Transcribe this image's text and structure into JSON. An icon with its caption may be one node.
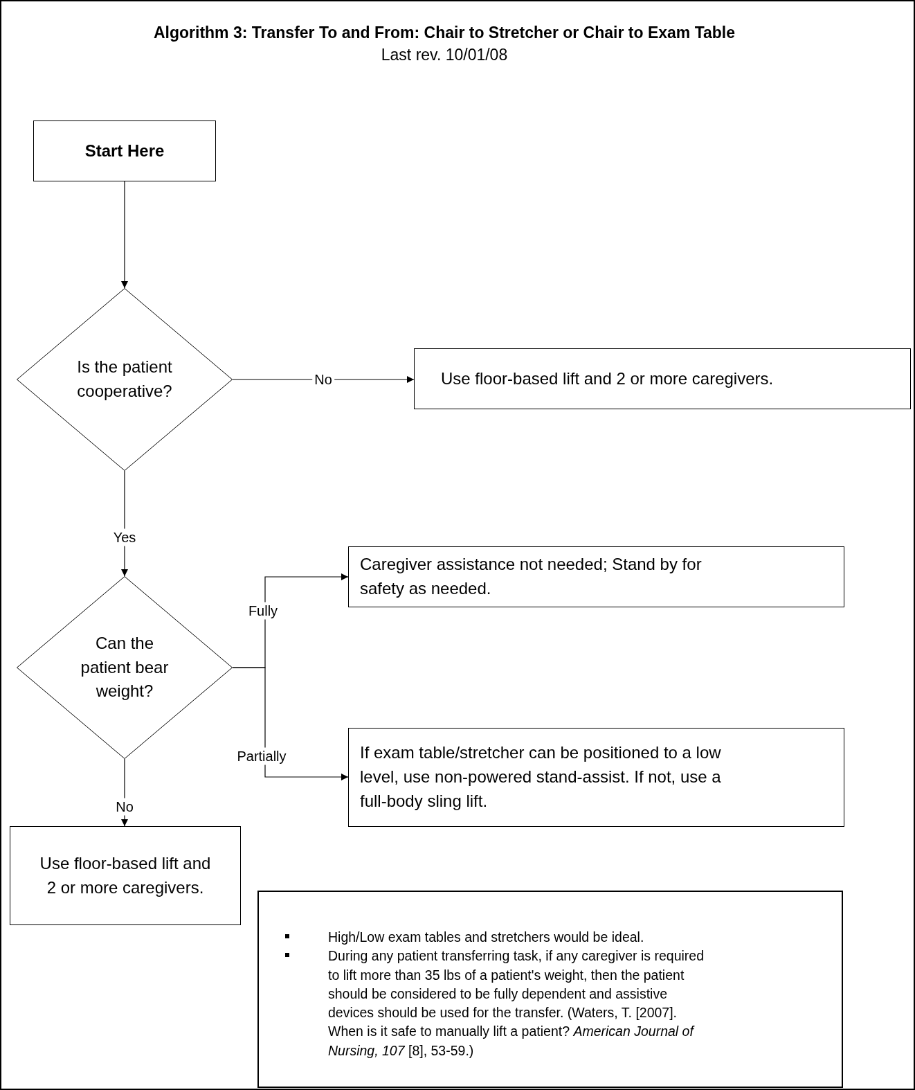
{
  "diagram": {
    "title": "Algorithm 3: Transfer To and From: Chair to Stretcher or Chair to Exam Table",
    "nodes": [
      {
        "text": [
          "Start Here"
        ]
      },
      {
        "text": [
          "Is the patient cooperative?"
        ]
      },
      {
        "text": [
          "Use floor-based lift and 2 or more caregivers."
        ]
      },
      {
        "text": [
          "Can the patient bear weight?"
        ]
      },
      {
        "text": [
          "Caregiver assistance not needed; Stand by for safety as needed."
        ]
      },
      {
        "text": [
          "If exam table/stretcher can be positioned to a low level, use non-powered stand-assist. If not, use a full-body sling lift."
        ]
      },
      {
        "text": [
          "Use floor-based lift and 2 or more caregivers."
        ]
      },
      {
        "text": [
          "High/Low exam tables and stretchers would be ideal.",
          "During any patient transferring task, if any caregiver is required to lift more than 35 lbs of a patient's weight, then the patient should be considered to be fully dependent and assistive devices should be used for the transfer. (Waters, T. [2007]. When is it safe to manually lift a patient? *American Journal of Nursing, 107* [8], 53-59.)"
        ]
      }
    ],
    "edges": [
      {
        "from": 0,
        "to": 1,
        "arrow": "to"
      },
      {
        "from": 1,
        "to": 2,
        "arrow": "to",
        "label": "No"
      },
      {
        "from": 1,
        "to": 3,
        "arrow": "to",
        "label": "Yes"
      },
      {
        "from": 3,
        "to": 4,
        "arrow": "to",
        "label": "Fully"
      },
      {
        "from": 3,
        "to": 5,
        "arrow": "to",
        "label": "Partially"
      },
      {
        "from": 3,
        "to": 6,
        "arrow": "to",
        "label": "No"
      }
    ],
    "labels": [
      "Last rev. 10/01/08"
    ]
  }
}
